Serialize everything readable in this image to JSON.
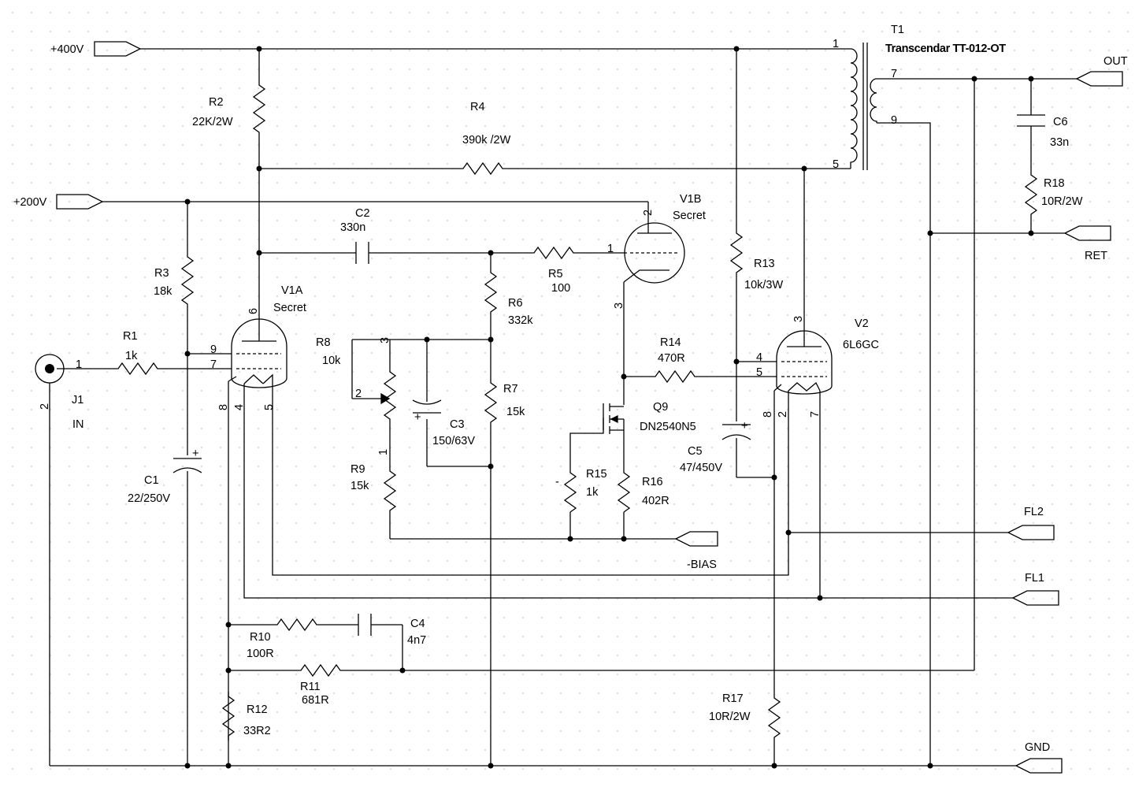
{
  "schematic": {
    "ports": {
      "p400": "+400V",
      "p200": "+200V",
      "out": "OUT",
      "ret": "RET",
      "bias": "-BIAS",
      "fl2": "FL2",
      "fl1": "FL1",
      "gnd": "GND"
    },
    "t1": {
      "ref": "T1",
      "part": "Transcendar TT-012-OT",
      "pin1": "1",
      "pin5": "5",
      "pin7": "7",
      "pin9": "9"
    },
    "j1": {
      "ref": "J1",
      "name": "IN",
      "pin1": "1",
      "pin2": "2"
    },
    "v1a": {
      "ref": "V1A",
      "part": "Secret",
      "p6": "6",
      "p9": "9",
      "p7": "7",
      "p8": "8",
      "p4": "4",
      "p5": "5"
    },
    "v1b": {
      "ref": "V1B",
      "part": "Secret",
      "p2": "2",
      "p1": "1",
      "p3": "3"
    },
    "v2": {
      "ref": "V2",
      "part": "6L6GC",
      "p3": "3",
      "p4": "4",
      "p5": "5",
      "p8": "8",
      "p2": "2",
      "p7": "7"
    },
    "q9": {
      "ref": "Q9",
      "part": "DN2540N5"
    },
    "r1": {
      "ref": "R1",
      "value": "1k"
    },
    "r2": {
      "ref": "R2",
      "value": "22K/2W"
    },
    "r3": {
      "ref": "R3",
      "value": "18k"
    },
    "r4": {
      "ref": "R4",
      "value": "390k /2W"
    },
    "r5": {
      "ref": "R5",
      "value": "100"
    },
    "r6": {
      "ref": "R6",
      "value": "332k"
    },
    "r7": {
      "ref": "R7",
      "value": "15k"
    },
    "r8": {
      "ref": "R8",
      "value": "10k",
      "p1": "1",
      "p2": "2",
      "p3": "3"
    },
    "r9": {
      "ref": "R9",
      "value": "15k"
    },
    "r10": {
      "ref": "R10",
      "value": "100R"
    },
    "r11": {
      "ref": "R11",
      "value": "681R"
    },
    "r12": {
      "ref": "R12",
      "value": "33R2"
    },
    "r13": {
      "ref": "R13",
      "value": "10k/3W"
    },
    "r14": {
      "ref": "R14",
      "value": "470R"
    },
    "r15": {
      "ref": "R15",
      "value": "1k"
    },
    "r16": {
      "ref": "R16",
      "value": "402R"
    },
    "r17": {
      "ref": "R17",
      "value": "10R/2W"
    },
    "r18": {
      "ref": "R18",
      "value": "10R/2W"
    },
    "c1": {
      "ref": "C1",
      "value": "22/250V"
    },
    "c2": {
      "ref": "C2",
      "value": "330n"
    },
    "c3": {
      "ref": "C3",
      "value": "150/63V"
    },
    "c4": {
      "ref": "C4",
      "value": "4n7"
    },
    "c5": {
      "ref": "C5",
      "value": "47/450V"
    },
    "c6": {
      "ref": "C6",
      "value": "33n"
    },
    "marks": {
      "plus": "+",
      "minus": "-"
    }
  }
}
